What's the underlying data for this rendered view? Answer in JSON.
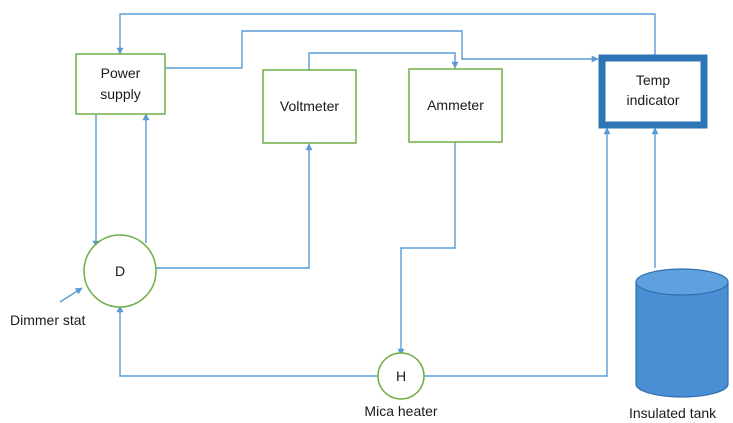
{
  "colors": {
    "wire": "#5b9bd5",
    "box_border": "#70ad47",
    "temp_border": "#2e75b6",
    "tank_fill": "#4a8fd4",
    "tank_stroke": "#2f6fae",
    "text": "#1a1a1a"
  },
  "nodes": {
    "power_supply": {
      "line1": "Power",
      "line2": "supply"
    },
    "voltmeter": {
      "label": "Voltmeter"
    },
    "ammeter": {
      "label": "Ammeter"
    },
    "temp_indicator": {
      "line1": "Temp",
      "line2": "indicator"
    },
    "dimmer": {
      "label": "D"
    },
    "heater": {
      "label": "H"
    }
  },
  "captions": {
    "dimmer_stat": "Dimmer stat",
    "mica_heater": "Mica heater",
    "insulated_tank": "Insulated tank"
  }
}
